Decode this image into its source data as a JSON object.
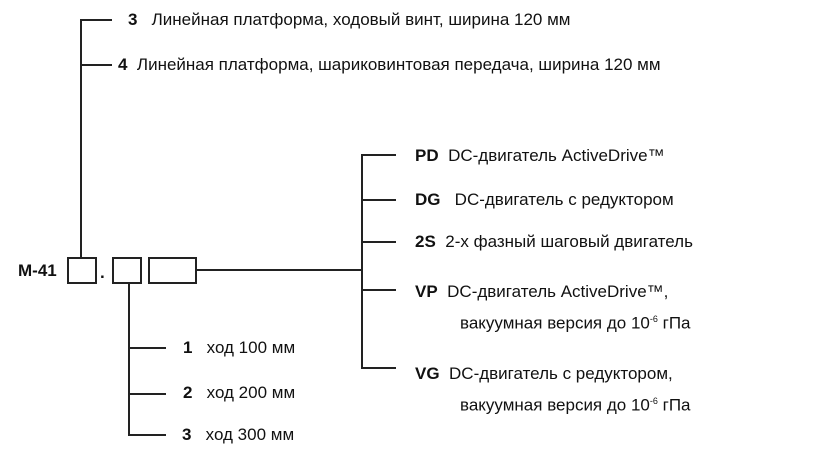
{
  "model": {
    "prefix": "M-41",
    "separator": "."
  },
  "platform_options": [
    {
      "code": "3",
      "text": "Линейная платформа, ходовый винт, ширина 120  мм"
    },
    {
      "code": "4",
      "text": "Линейная платформа, шариковинтовая передача, ширина 120 мм"
    }
  ],
  "motor_options": [
    {
      "code": "PD",
      "text": "DC-двигатель ActiveDrive™"
    },
    {
      "code": "DG",
      "text": "DC-двигатель с редуктором"
    },
    {
      "code": "2S",
      "text": "2-х фазный шаговый двигатель"
    },
    {
      "code": "VP",
      "text": "DC-двигатель ActiveDrive™,",
      "line2": "вакуумная версия до 10",
      "exp": "-6",
      "unit": " гПа"
    },
    {
      "code": "VG",
      "text": "DC-двигатель с редуктором,",
      "line2": "вакуумная версия до 10",
      "exp": "-6",
      "unit": " гПа"
    }
  ],
  "travel_options": [
    {
      "code": "1",
      "text": "ход 100  мм"
    },
    {
      "code": "2",
      "text": "ход 200  мм"
    },
    {
      "code": "3",
      "text": "ход 300  мм"
    }
  ]
}
